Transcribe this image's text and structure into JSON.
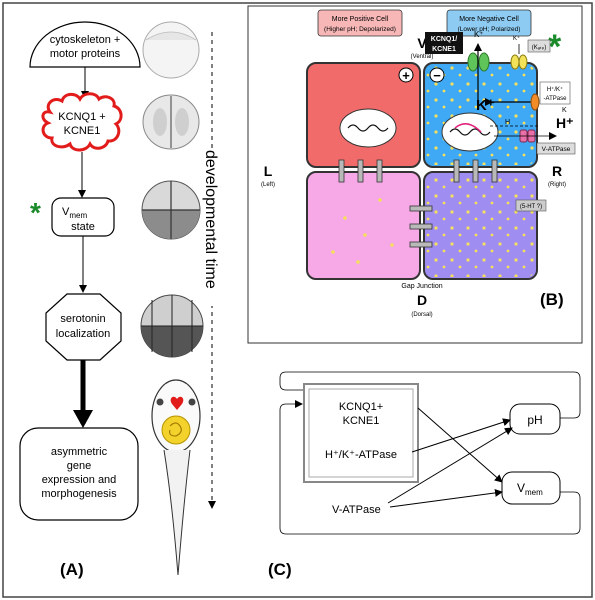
{
  "panel_a": {
    "label": "(A)",
    "steps": [
      "cytoskeleton +",
      "motor proteins",
      "KCNQ1 +",
      "KCNE1",
      "V",
      "mem",
      "state",
      "serotonin",
      "localization",
      "asymmetric",
      "gene",
      "expression and",
      "morphogenesis"
    ],
    "axis_label": "developmental time",
    "star": "*"
  },
  "panel_b": {
    "label": "(B)",
    "left_header": [
      "More Positive Cell",
      "(Higher pH; Depolarized)"
    ],
    "right_header": [
      "More Negative Cell",
      "(Lower pH; Polarized)"
    ],
    "top_pole": "V",
    "top_pole_sub": "(Ventral)",
    "bottom_pole": "D",
    "bottom_pole_sub": "(Dorsal)",
    "left_pole": "L",
    "left_pole_sub": "(Left)",
    "right_pole": "R",
    "right_pole_sub": "(Right)",
    "kcnq_label": [
      "KCNQ1/",
      "KCNE1"
    ],
    "kk_label": "(Kₐₜₚ)",
    "kplus_top": "K⁺",
    "kplus_small": "K⁺",
    "k_center": "K⁺",
    "hk_atpase": [
      "H⁺/K⁺",
      "-ATPase"
    ],
    "k_small": "K",
    "h_small": "H",
    "h_big": "H⁺",
    "vatpase": "V-ATPase",
    "ht_label": "(5-HT ?)",
    "gap_junction": "Gap Junction",
    "plus_sign": "+",
    "minus_sign": "−",
    "star": "*",
    "colors": {
      "red": "#f26b6b",
      "blue": "#3fa9f5",
      "pink": "#f7a8e6",
      "purple": "#a08df2",
      "green": "#1b8a2a"
    }
  },
  "panel_c": {
    "label": "(C)",
    "box_line1": "KCNQ1+",
    "box_line2": "KCNE1",
    "hk_atpase": "H⁺/K⁺-ATPase",
    "ph": "pH",
    "vmem_main": "V",
    "vmem_sub": "mem",
    "vatpase": "V-ATPase"
  }
}
